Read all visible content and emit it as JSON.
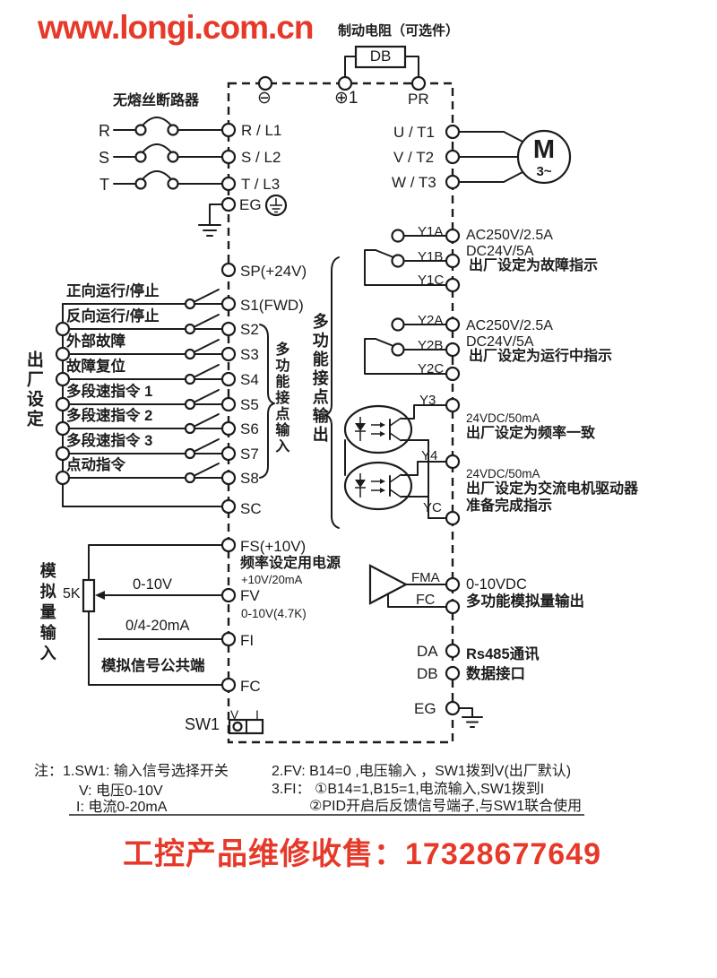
{
  "colors": {
    "accent_red": "#e6392a",
    "line_black": "#1c1c1c"
  },
  "header": {
    "website": "www.longi.com.cn",
    "brake_resistor_label": "制动电阻（可选件）",
    "db_box_label": "DB",
    "terminal_minus": "⊖",
    "terminal_plus": "⊕1",
    "terminal_pr": "PR"
  },
  "power_input": {
    "breaker_label": "无熔丝断路器",
    "phases": [
      {
        "name": "R",
        "terminal": "R / L1"
      },
      {
        "name": "S",
        "terminal": "S / L2"
      },
      {
        "name": "T",
        "terminal": "T / L3"
      }
    ],
    "ground_terminal": "EG"
  },
  "motor_output": {
    "terminals": [
      "U / T1",
      "V / T2",
      "W / T3"
    ],
    "motor_label": "M",
    "motor_phase": "3~"
  },
  "relay_outputs": {
    "group_label": "多功能接点输出",
    "y1": {
      "a": "Y1A",
      "b": "Y1B",
      "c": "Y1C",
      "rating1": "AC250V/2.5A",
      "rating2": "DC24V/5A",
      "desc": "出厂设定为故障指示"
    },
    "y2": {
      "a": "Y2A",
      "b": "Y2B",
      "c": "Y2C",
      "rating1": "AC250V/2.5A",
      "rating2": "DC24V/5A",
      "desc": "出厂设定为运行中指示"
    },
    "y3": {
      "terminal": "Y3",
      "rating": "24VDC/50mA",
      "desc": "出厂设定为频率一致"
    },
    "y4": {
      "terminal": "Y4",
      "rating": "24VDC/50mA",
      "desc1": "出厂设定为交流电机驱动器",
      "desc2": "准备完成指示"
    },
    "yc_terminal": "YC"
  },
  "digital_inputs": {
    "factory_label": "出厂设定",
    "group_label": "多功能接点输入",
    "sp_terminal": "SP(+24V)",
    "sc_terminal": "SC",
    "rows": [
      {
        "function": "正向运行/停止",
        "terminal": "S1(FWD)"
      },
      {
        "function": "反向运行/停止",
        "terminal": "S2"
      },
      {
        "function": "外部故障",
        "terminal": "S3"
      },
      {
        "function": "故障复位",
        "terminal": "S4"
      },
      {
        "function": "多段速指令 1",
        "terminal": "S5"
      },
      {
        "function": "多段速指令 2",
        "terminal": "S6"
      },
      {
        "function": "多段速指令 3",
        "terminal": "S7"
      },
      {
        "function": "点动指令",
        "terminal": "S8"
      }
    ]
  },
  "analog_inputs": {
    "group_label": "模拟量输入",
    "pot_value": "5K",
    "fs_terminal": "FS(+10V)",
    "fs_desc": "频率设定用电源",
    "fs_rating": "+10V/20mA",
    "fv_terminal": "FV",
    "fv_signal": "0-10V",
    "fv_rating": "0-10V(4.7K)",
    "fi_terminal": "FI",
    "fi_signal": "0/4-20mA",
    "fc_terminal": "FC",
    "fc_signal": "模拟信号公共端",
    "sw1_label": "SW1",
    "sw1_pos_v": "V",
    "sw1_pos_i": "I"
  },
  "analog_output": {
    "fma_terminal": "FMA",
    "fc_terminal": "FC",
    "rating": "0-10VDC",
    "desc": "多功能模拟量输出"
  },
  "comm": {
    "da_terminal": "DA",
    "db_terminal": "DB",
    "desc1": "Rs485通讯",
    "desc2": "数据接口",
    "eg_terminal": "EG"
  },
  "notes": {
    "l1": "注：1.SW1: 输入信号选择开关",
    "l2": "V: 电压0-10V",
    "l3": "I: 电流0-20mA",
    "r1": "2.FV: B14=0 ,电压输入 ，SW1拨到V(出厂默认)",
    "r2": "3.FI： ①B14=1,B15=1,电流输入,SW1拨到I",
    "r3": "②PID开启后反馈信号端子,与SW1联合使用"
  },
  "footer": {
    "contact": "工控产品维修收售：17328677649"
  }
}
